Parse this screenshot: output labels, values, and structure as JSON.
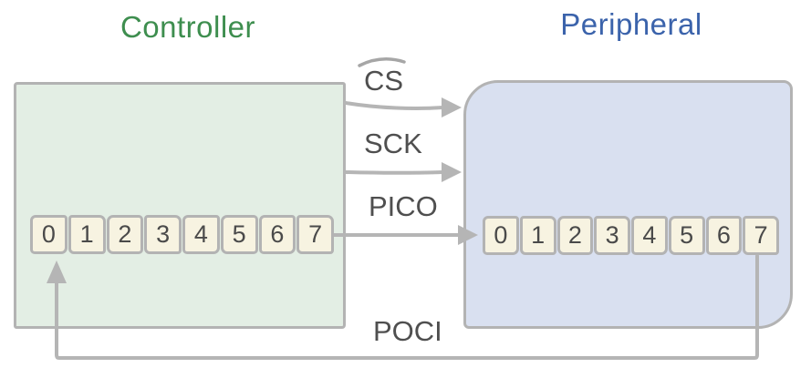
{
  "controller": {
    "title": "Controller",
    "register_bits": [
      "0",
      "1",
      "2",
      "3",
      "4",
      "5",
      "6",
      "7"
    ]
  },
  "peripheral": {
    "title": "Peripheral",
    "register_bits": [
      "0",
      "1",
      "2",
      "3",
      "4",
      "5",
      "6",
      "7"
    ]
  },
  "signals": {
    "cs": {
      "label": "CS",
      "overline": true,
      "direction": "controller-to-peripheral"
    },
    "sck": {
      "label": "SCK",
      "direction": "controller-to-peripheral"
    },
    "pico": {
      "label": "PICO",
      "direction": "controller-to-peripheral"
    },
    "poci": {
      "label": "POCI",
      "direction": "peripheral-to-controller"
    }
  },
  "colors": {
    "controller_title": "#3e8e4f",
    "peripheral_title": "#3b63ab",
    "controller_box_fill": "#e3eee4",
    "peripheral_box_fill": "#d9e0f0",
    "box_border": "#b3b3b3",
    "register_cell_fill": "#f7f3e1",
    "wire": "#b5b5b5",
    "label_text": "#4f4f4f"
  }
}
